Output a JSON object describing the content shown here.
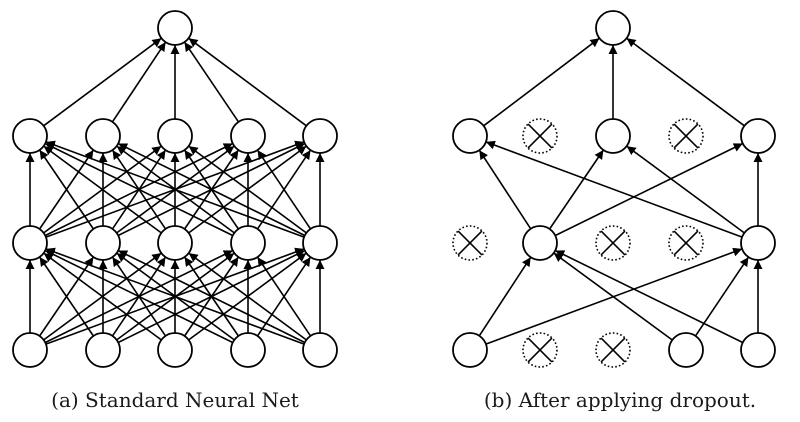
{
  "panels": [
    {
      "caption": "(a) Standard Neural Net",
      "layers": [
        [
          "on",
          "on",
          "on",
          "on",
          "on"
        ],
        [
          "on",
          "on",
          "on",
          "on",
          "on"
        ],
        [
          "on",
          "on",
          "on",
          "on",
          "on"
        ],
        [
          "on"
        ]
      ]
    },
    {
      "caption": "(b) After applying dropout.",
      "layers": [
        [
          "on",
          "dropped",
          "dropped",
          "on",
          "on"
        ],
        [
          "dropped",
          "on",
          "dropped",
          "dropped",
          "on"
        ],
        [
          "on",
          "dropped",
          "on",
          "dropped",
          "on"
        ],
        [
          "on"
        ]
      ]
    }
  ],
  "colors": {
    "stroke": "#000000",
    "node_fill": "#ffffff",
    "dropped_stroke": "#000000"
  }
}
